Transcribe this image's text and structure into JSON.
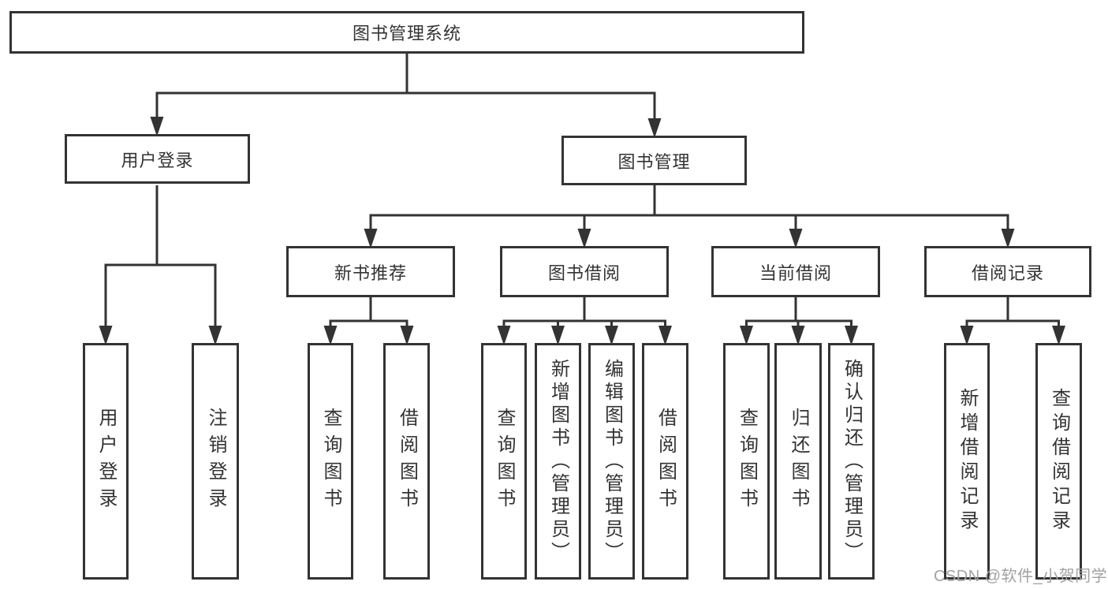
{
  "diagram": {
    "root": "图书管理系统",
    "level1": [
      {
        "label": "用户登录",
        "children": [
          "用户登录",
          "注销登录"
        ]
      },
      {
        "label": "图书管理",
        "children": [
          {
            "label": "新书推荐",
            "children": [
              "查询图书",
              "借阅图书"
            ]
          },
          {
            "label": "图书借阅",
            "children": [
              "查询图书",
              "新增图书（管理员）",
              "编辑图书（管理员）",
              "借阅图书"
            ]
          },
          {
            "label": "当前借阅",
            "children": [
              "查询图书",
              "归还图书",
              "确认归还（管理员）"
            ]
          },
          {
            "label": "借阅记录",
            "children": [
              "新增借阅记录",
              "查询借阅记录"
            ]
          }
        ]
      }
    ]
  },
  "watermark": "CSDN @软件_小贺同学",
  "colors": {
    "line": "#333333",
    "box_border": "#333333",
    "text": "#333333",
    "box_background": "#ffffff",
    "page_background": "#ffffff",
    "watermark_text": "#a2a2a2"
  }
}
